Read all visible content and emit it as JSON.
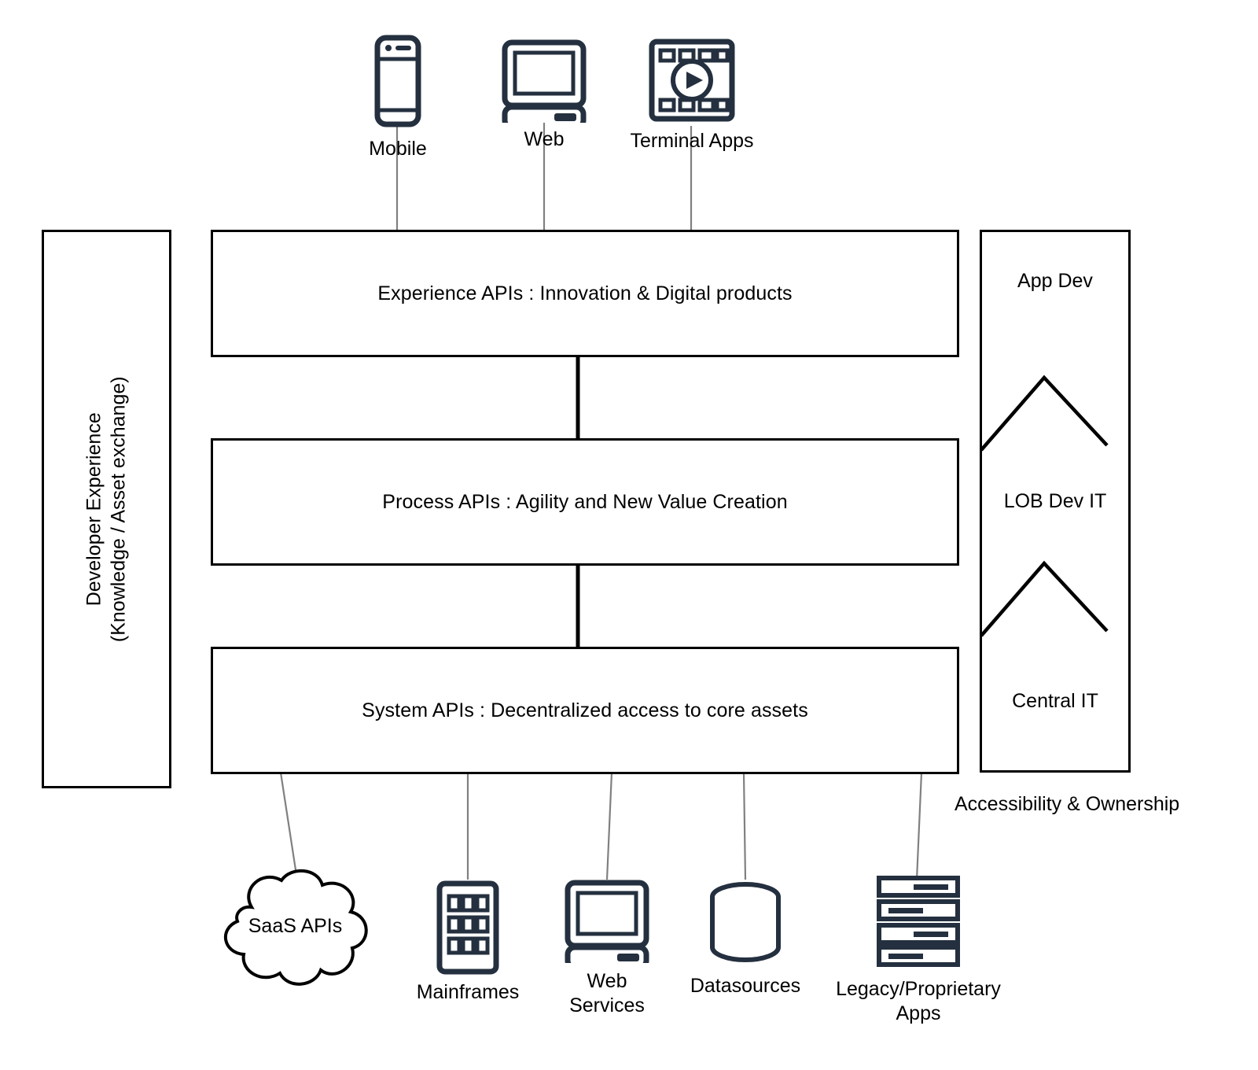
{
  "diagram": {
    "title": "API-led connectivity layered architecture",
    "colors": {
      "stroke": "#000000",
      "icon_stroke": "#24303f",
      "connector": "#777777",
      "background": "#ffffff"
    }
  },
  "consumers": [
    {
      "id": "mobile",
      "label": "Mobile",
      "icon": "mobile-phone-icon"
    },
    {
      "id": "web",
      "label": "Web",
      "icon": "desktop-computer-icon"
    },
    {
      "id": "terminal",
      "label": "Terminal Apps",
      "icon": "media-play-frame-icon"
    }
  ],
  "layers": [
    {
      "id": "experience",
      "label": "Experience APIs : Innovation & Digital products"
    },
    {
      "id": "process",
      "label": "Process APIs : Agility and New Value Creation"
    },
    {
      "id": "system",
      "label": "System APIs : Decentralized access to core assets"
    }
  ],
  "left_panel": {
    "line1": "Developer Experience",
    "line2": "(Knowledge / Asset exchange)"
  },
  "right_panel": {
    "tiers": [
      {
        "id": "app-dev",
        "label": "App Dev"
      },
      {
        "id": "lob-dev-it",
        "label": "LOB Dev IT"
      },
      {
        "id": "central-it",
        "label": "Central IT"
      }
    ],
    "caption": "Accessibility & Ownership"
  },
  "systems": [
    {
      "id": "saas",
      "label": "SaaS APIs",
      "icon": "cloud-icon"
    },
    {
      "id": "mainframes",
      "label": "Mainframes",
      "icon": "mainframe-building-icon"
    },
    {
      "id": "web-services",
      "label": "Web Services",
      "icon": "desktop-computer-icon"
    },
    {
      "id": "datasources",
      "label": "Datasources",
      "icon": "database-cylinder-icon"
    },
    {
      "id": "legacy",
      "label": "Legacy/Proprietary\nApps",
      "icon": "server-stack-icon"
    }
  ]
}
